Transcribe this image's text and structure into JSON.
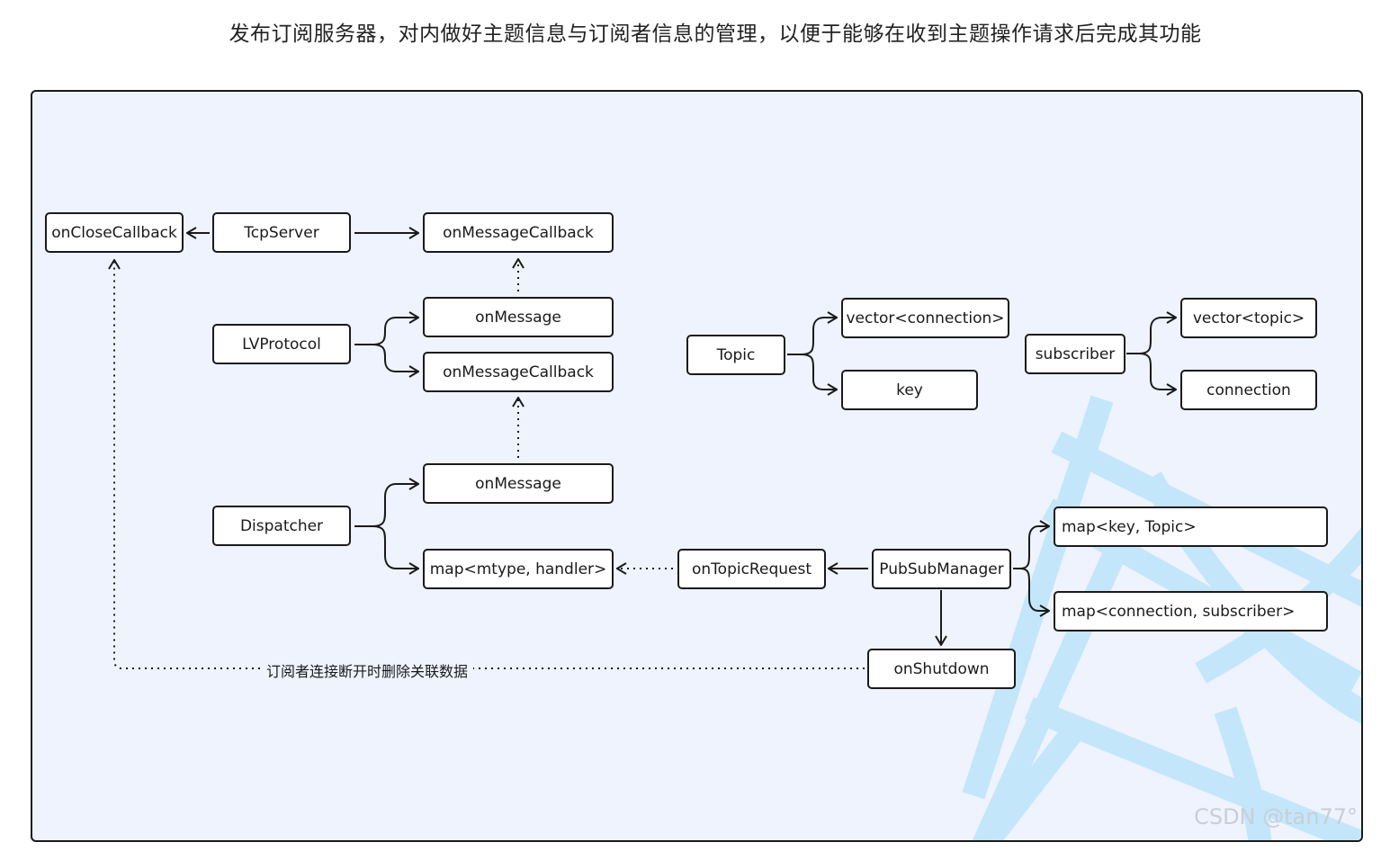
{
  "heading": "发布订阅服务器，对内做好主题信息与订阅者信息的管理，以便于能够在收到主题操作请求后完成其功能",
  "nodes": {
    "onclose": "onCloseCallback",
    "tcpserver": "TcpServer",
    "onmsgcb_top": "onMessageCallback",
    "lvprotocol": "LVProtocol",
    "onmessage_1": "onMessage",
    "onmsgcb_mid": "onMessageCallback",
    "dispatcher": "Dispatcher",
    "onmessage_2": "onMessage",
    "map_mtype": "map<mtype, handler>",
    "ontopicrequest": "onTopicRequest",
    "pubsubmanager": "PubSubManager",
    "map_key_topic": "map<key, Topic>",
    "map_conn_sub": "map<connection, subscriber>",
    "onshutdown": "onShutdown",
    "topic": "Topic",
    "vector_connection": "vector<connection>",
    "key": "key",
    "subscriber": "subscriber",
    "vector_topic": "vector<topic>",
    "connection": "connection"
  },
  "caption": "订阅者连接断开时删除关联数据",
  "watermark": "CSDN @tan77°",
  "colors": {
    "panel_bg": "#eef3fd",
    "stroke": "#1a1a1a",
    "watermark_shape": "#c3e6fb"
  }
}
